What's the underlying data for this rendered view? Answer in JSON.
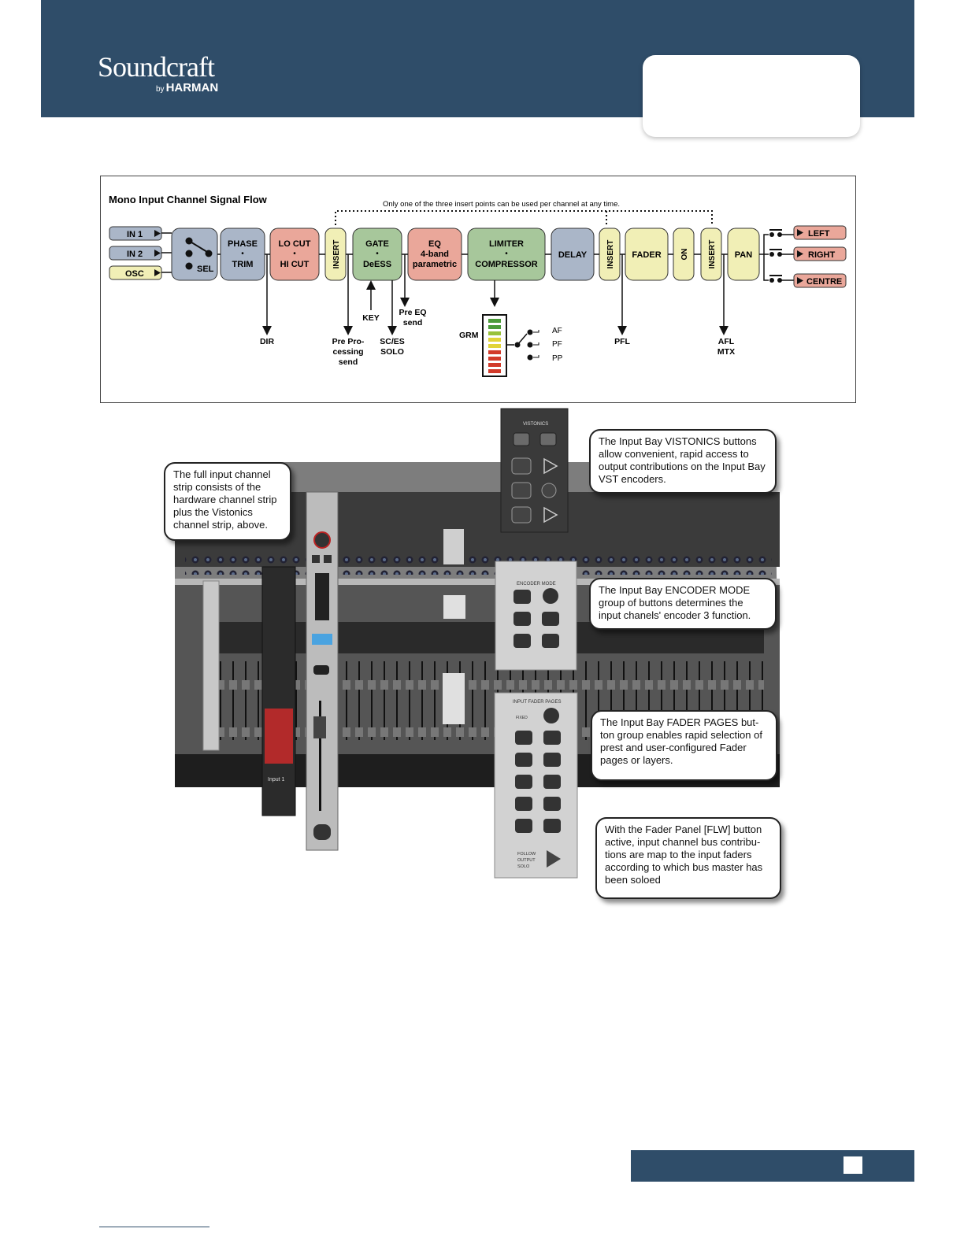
{
  "header": {
    "brand": "Soundcraft",
    "by": "by",
    "maker": "HARMAN"
  },
  "diagram": {
    "title": "Mono Input Channel Signal Flow",
    "note": "Only one of the three insert points can be used per channel at any time.",
    "inputs": [
      "IN 1",
      "IN 2",
      "OSC"
    ],
    "sel": "SEL",
    "blocks": {
      "phase": [
        "PHASE",
        "•",
        "TRIM"
      ],
      "locut": [
        "LO CUT",
        "•",
        "HI CUT"
      ],
      "insert": "INSERT",
      "gate": [
        "GATE",
        "•",
        "DeESS"
      ],
      "eq": [
        "EQ",
        "4-band",
        "parametric"
      ],
      "limiter": [
        "LIMITER",
        "•",
        "COMPRESSOR"
      ],
      "delay": "DELAY",
      "fader": "FADER",
      "on": "ON",
      "pan": "PAN"
    },
    "outputs": [
      "LEFT",
      "RIGHT",
      "CENTRE"
    ],
    "taps": {
      "dir": "DIR",
      "prepro": [
        "Pre Pro-",
        "cessing",
        "send"
      ],
      "key": "KEY",
      "scsolo": [
        "SC/ES",
        "SOLO"
      ],
      "preeq": [
        "Pre EQ",
        "send"
      ],
      "grm": "GRM",
      "af": "AF",
      "pf": "PF",
      "pp": "PP",
      "pfl": "PFL",
      "afl": [
        "AFL",
        "MTX"
      ]
    }
  },
  "panels": {
    "vistonics": "VISTONICS",
    "encoder_mode": "ENCODER MODE",
    "fader_pages": "INPUT FADER PAGES",
    "follow": [
      "FOLLOW",
      "OUTPUT",
      "SOLO"
    ],
    "fixed": "FIXED",
    "strip_name": "Input 1"
  },
  "callouts": {
    "strip": "The full input channel strip consists of the hardware channel strip plus the Vistonics channel strip, above.",
    "vistonics": "The Input Bay VISTONICS buttons allow convenient, rapid access to output contributions on the Input Bay VST encoders.",
    "encoder": "The Input Bay ENCODER MODE group of buttons determines the input chanels' encoder 3 function.",
    "faderpages": "The Input Bay FADER PAGES but-ton group enables rapid selection of prest and user-configured Fader pages or layers.",
    "flw": "With the Fader Panel [FLW] button active, input channel bus contribu-tions are map to the input faders according to which bus master has been soloed"
  },
  "colors": {
    "header": "#2f4d69",
    "blue_block": "#aab6c8",
    "yellow_block": "#f1efb6",
    "red_block": "#eaa79a",
    "green_block": "#a7c79b"
  }
}
